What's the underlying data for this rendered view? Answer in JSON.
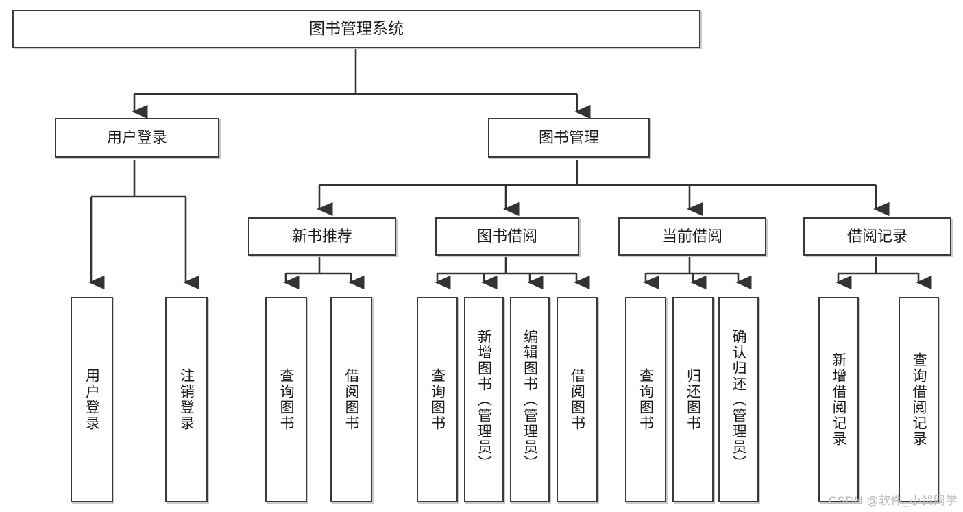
{
  "diagram": {
    "title": "图书管理系统",
    "type": "tree",
    "colors": {
      "box_border": "#3b3b3b",
      "box_fill": "#ffffff",
      "box_shadow": "#c9c9c9",
      "connector": "#333333",
      "text": "#1b1b1b",
      "watermark": "#b9b9b9",
      "background": "#ffffff"
    }
  },
  "root": {
    "label": "图书管理系统"
  },
  "level2": [
    {
      "label": "用户登录"
    },
    {
      "label": "图书管理"
    }
  ],
  "level3": [
    {
      "label": "新书推荐"
    },
    {
      "label": "图书借阅"
    },
    {
      "label": "当前借阅"
    },
    {
      "label": "借阅记录"
    }
  ],
  "leaves": {
    "user_login": [
      {
        "label": "用户登录"
      },
      {
        "label": "注销登录"
      }
    ],
    "new_book": [
      {
        "label": "查询图书"
      },
      {
        "label": "借阅图书"
      }
    ],
    "book_borrow": [
      {
        "label": "查询图书"
      },
      {
        "label": "新增图书（管理员）"
      },
      {
        "label": "编辑图书（管理员）"
      },
      {
        "label": "借阅图书"
      }
    ],
    "current_borrow": [
      {
        "label": "查询图书"
      },
      {
        "label": "归还图书"
      },
      {
        "label": "确认归还（管理员）"
      }
    ],
    "borrow_record": [
      {
        "label": "新增借阅记录"
      },
      {
        "label": "查询借阅记录"
      }
    ]
  },
  "watermark": {
    "text": "CSDN @软件_小贺同学"
  }
}
